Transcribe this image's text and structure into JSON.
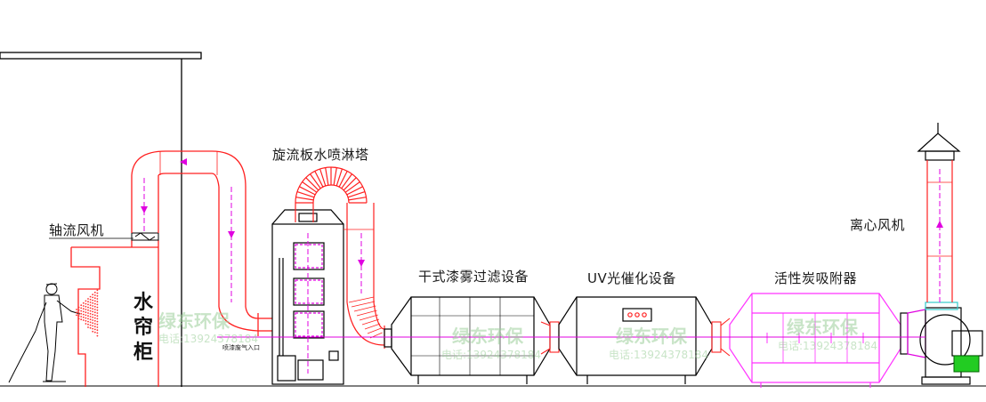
{
  "labels": {
    "axial_fan": "轴流风机",
    "spray_tower": "旋流板水喷淋塔",
    "dry_filter": "干式漆雾过滤设备",
    "uv": "UV光催化设备",
    "carbon": "活性炭吸附器",
    "centrifugal_fan": "离心风机",
    "water_curtain": [
      "水",
      "帘",
      "柜"
    ],
    "inlet": "喷漆废气入口"
  },
  "watermark": {
    "name": "绿东环保",
    "phone_prefix": "电话:",
    "phone": "13924378184"
  },
  "colors": {
    "duct": "#ff2020",
    "carbon": "#ff33ff",
    "flow_line": "#e000e0",
    "outline": "#000000",
    "fan_motor": "#22cc22",
    "watermark": "#9ccf9a"
  }
}
